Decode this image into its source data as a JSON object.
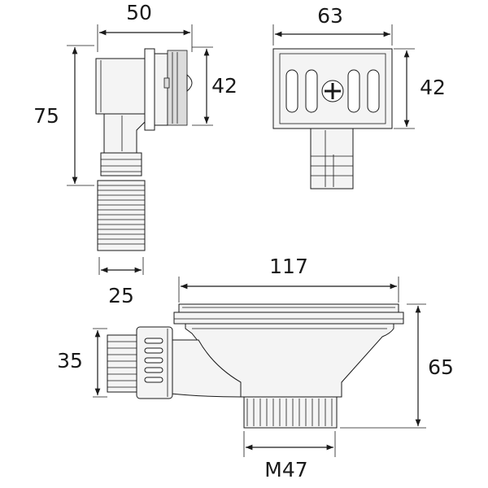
{
  "dimensions": {
    "overflow_width": "50",
    "overflow_height": "75",
    "overflow_face_height": "42",
    "grille_width": "63",
    "grille_height": "42",
    "hose_diameter": "25",
    "strainer_diameter": "117",
    "outlet_height": "35",
    "waste_height": "65",
    "thread_size": "M47"
  },
  "colors": {
    "line": "#1a1a1a",
    "fill": "#f4f4f4"
  }
}
